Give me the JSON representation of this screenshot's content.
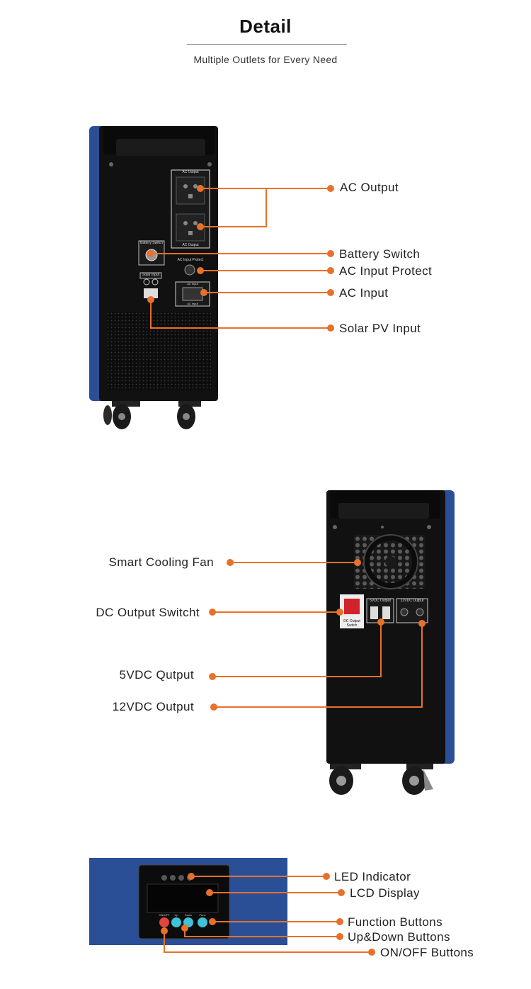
{
  "header": {
    "title": "Detail",
    "subtitle": "Multiple Outlets for Every Need"
  },
  "front_view": {
    "callouts": [
      "AC Output",
      "Battery Switch",
      "AC Input Protect",
      "AC Input",
      "Solar PV Input"
    ],
    "panel_text": {
      "ac_output_top": "AC Output",
      "ac_output_bottom": "AC Output",
      "battery_switch": "Battery Switch",
      "ac_input_protect": "AC Input Protect",
      "solar_input": "Solar Input",
      "ac_input_top": "AC Input",
      "ac_input_bottom": "AC Input"
    }
  },
  "rear_view": {
    "callouts": [
      "Smart Cooling Fan",
      "DC Output Switcht",
      "5VDC Qutput",
      "12VDC Output"
    ],
    "panel_text": {
      "dc_switch": "DC Output Switch",
      "usb": "5VDC Output",
      "dc12": "12VDC Output"
    }
  },
  "control_view": {
    "callouts": [
      "LED Indicator",
      "LCD Display",
      "Function Buttons",
      "Up&Down Buttons",
      "ON/OFF Buttons"
    ],
    "button_labels": [
      "ON/OFF",
      "Up",
      "Down",
      "Func"
    ]
  },
  "colors": {
    "accent": "#e8702a",
    "frame_blue": "#2b4f96",
    "body_black": "#111111"
  }
}
